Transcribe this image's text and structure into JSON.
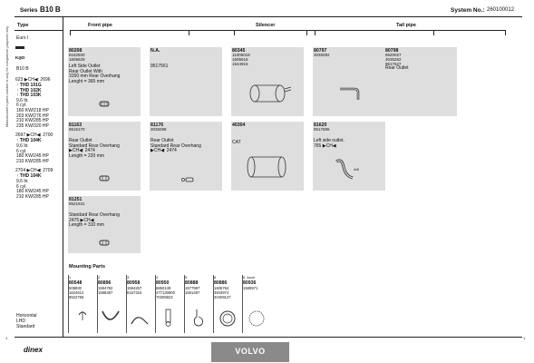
{
  "header": {
    "series_label": "Series",
    "series_value": "B10 B",
    "system_label": "System No.:",
    "system_value": "260100012"
  },
  "side_text": "Manufacturer's parts number is only for comparison purposes only",
  "left": {
    "type_label": "Type",
    "euro": "Euro I",
    "model": "B10 B",
    "rows": [
      {
        "range": "623 ▶CH◀: 2696",
        "details": [
          "↑ THD 101G",
          "↑ THD 102K",
          "↑ THD 103K",
          "9,6 ltr.",
          "6 cyl.",
          "160 KW/218 HP",
          "203 KW/276 HP",
          "210 KW/285 HP",
          "235 KW/320 HP"
        ]
      },
      {
        "range": "2697 ▶CH◀: 2700",
        "details": [
          "↑ THD 104K",
          "9,6 ltr.",
          "6 cyl.",
          "180 KW/245 HP",
          "210 KW/285 HP"
        ]
      },
      {
        "range": "2704 ▶CH◀: 2709",
        "details": [
          "↑ THD 104K",
          "9,6 ltr.",
          "6 cyl.",
          "180 KW/245 HP",
          "210 KW/285 HP"
        ]
      }
    ],
    "footer": [
      "Horizontal",
      "LHD",
      "Standard"
    ]
  },
  "sections": {
    "front_pipe": "Front pipe",
    "silencer": "Silencer",
    "tail_pipe": "Tail pipe",
    "mounting": "Mounting Parts"
  },
  "parts": {
    "p80208": {
      "no": "80208",
      "refs": "8152500\n1605629",
      "desc": "Left Side Outlet\nRear Outlet With\n3150 mm Rear Overhang\nLenght = 365 mm"
    },
    "pna": {
      "no": "N.A.",
      "refs": "",
      "desc": "9517561"
    },
    "p80345": {
      "no": "80345",
      "refs": "11005018\n1605618\n1544915",
      "desc": ""
    },
    "p80797": {
      "no": "80797",
      "refs": "3035092",
      "desc": ""
    },
    "p80798": {
      "no": "80798",
      "refs": "9520027\n3035262\n9517627",
      "desc": "Rear Outlet"
    },
    "p81163": {
      "no": "81163",
      "refs": "9515170",
      "desc": "Rear Outlet\nStandard Rear Overhang\n▶CH◀: 2474\nLength = 220 mm"
    },
    "p81176": {
      "no": "81176",
      "refs": "3035088",
      "desc": "Rear Outlet\nStandard Rear Overhang\n▶CH◀: 2474"
    },
    "p40304": {
      "no": "40304",
      "refs": "",
      "desc": "CAT"
    },
    "p81620": {
      "no": "81620",
      "refs": "9517596",
      "desc": "Left side outlet.\n765 ▶CH◀"
    },
    "p81251": {
      "no": "81251",
      "refs": "9521631",
      "desc": "Standard Rear Overhang\n2475 ▶CH◀\nLength = 310 mm"
    }
  },
  "mounting": [
    {
      "idx": "1",
      "no": "80548",
      "refs": "508830\n1624612\n9522768"
    },
    {
      "idx": "2",
      "no": "80896",
      "refs": "1594782\n1688387"
    },
    {
      "idx": "3",
      "no": "80958",
      "refs": "1594267\n8157316"
    },
    {
      "idx": "4",
      "no": "80950",
      "refs": "6850149\n477130800\n70305823"
    },
    {
      "idx": "5",
      "no": "80888",
      "refs": "1577997\n1591497"
    },
    {
      "idx": "6",
      "no": "80886",
      "refs": "1605764\n3943974\n20409127"
    },
    {
      "idx": "6. local",
      "no": "80936",
      "refs": "1589971"
    }
  ],
  "footer": {
    "brand": "dinex",
    "make": "VOLVO",
    "page_left": "1",
    "page_right": "1"
  },
  "colors": {
    "box": "#dedede",
    "volvo_bg": "#8a8a8a"
  }
}
